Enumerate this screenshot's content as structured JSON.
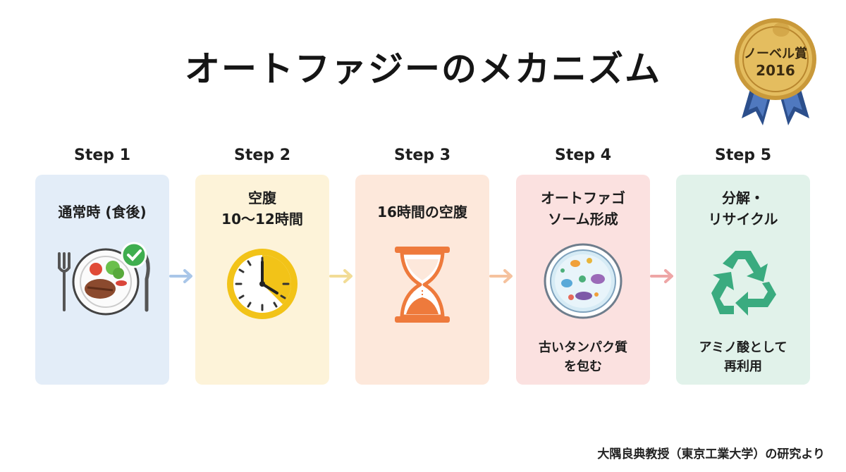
{
  "title": "オートファジーのメカニズム",
  "medal": {
    "line1": "ノーベル賞",
    "line2": "2016"
  },
  "steps": [
    {
      "label": "Step 1",
      "title": "通常時 (食後)",
      "note": ""
    },
    {
      "label": "Step 2",
      "title": "空腹\n10〜12時間",
      "note": ""
    },
    {
      "label": "Step 3",
      "title": "16時間の空腹",
      "note": ""
    },
    {
      "label": "Step 4",
      "title": "オートファゴ\nソーム形成",
      "note": "古いタンパク質\nを包む"
    },
    {
      "label": "Step 5",
      "title": "分解・\nリサイクル",
      "note": "アミノ酸として\n再利用"
    }
  ],
  "credit": "大隅良典教授（東京工業大学）の研究より",
  "colors": {
    "card1": "#e3edf8",
    "card2": "#fdf3d9",
    "card3": "#fde8db",
    "card4": "#fbe1e0",
    "card5": "#e1f2ea",
    "arrow1": "#a9c6e8",
    "arrow2": "#f2dc96",
    "arrow3": "#f5c29e",
    "arrow4": "#eea6a6",
    "clock": "#f2c318",
    "hourglass": "#ee7a3c",
    "recycle": "#3aab7f",
    "medal": "#d9ad4b"
  },
  "icons": [
    "fork-icon",
    "plate-icon",
    "knife-icon",
    "check-icon",
    "clock-icon",
    "hourglass-icon",
    "cell-icon",
    "recycle-icon",
    "medal-icon"
  ]
}
